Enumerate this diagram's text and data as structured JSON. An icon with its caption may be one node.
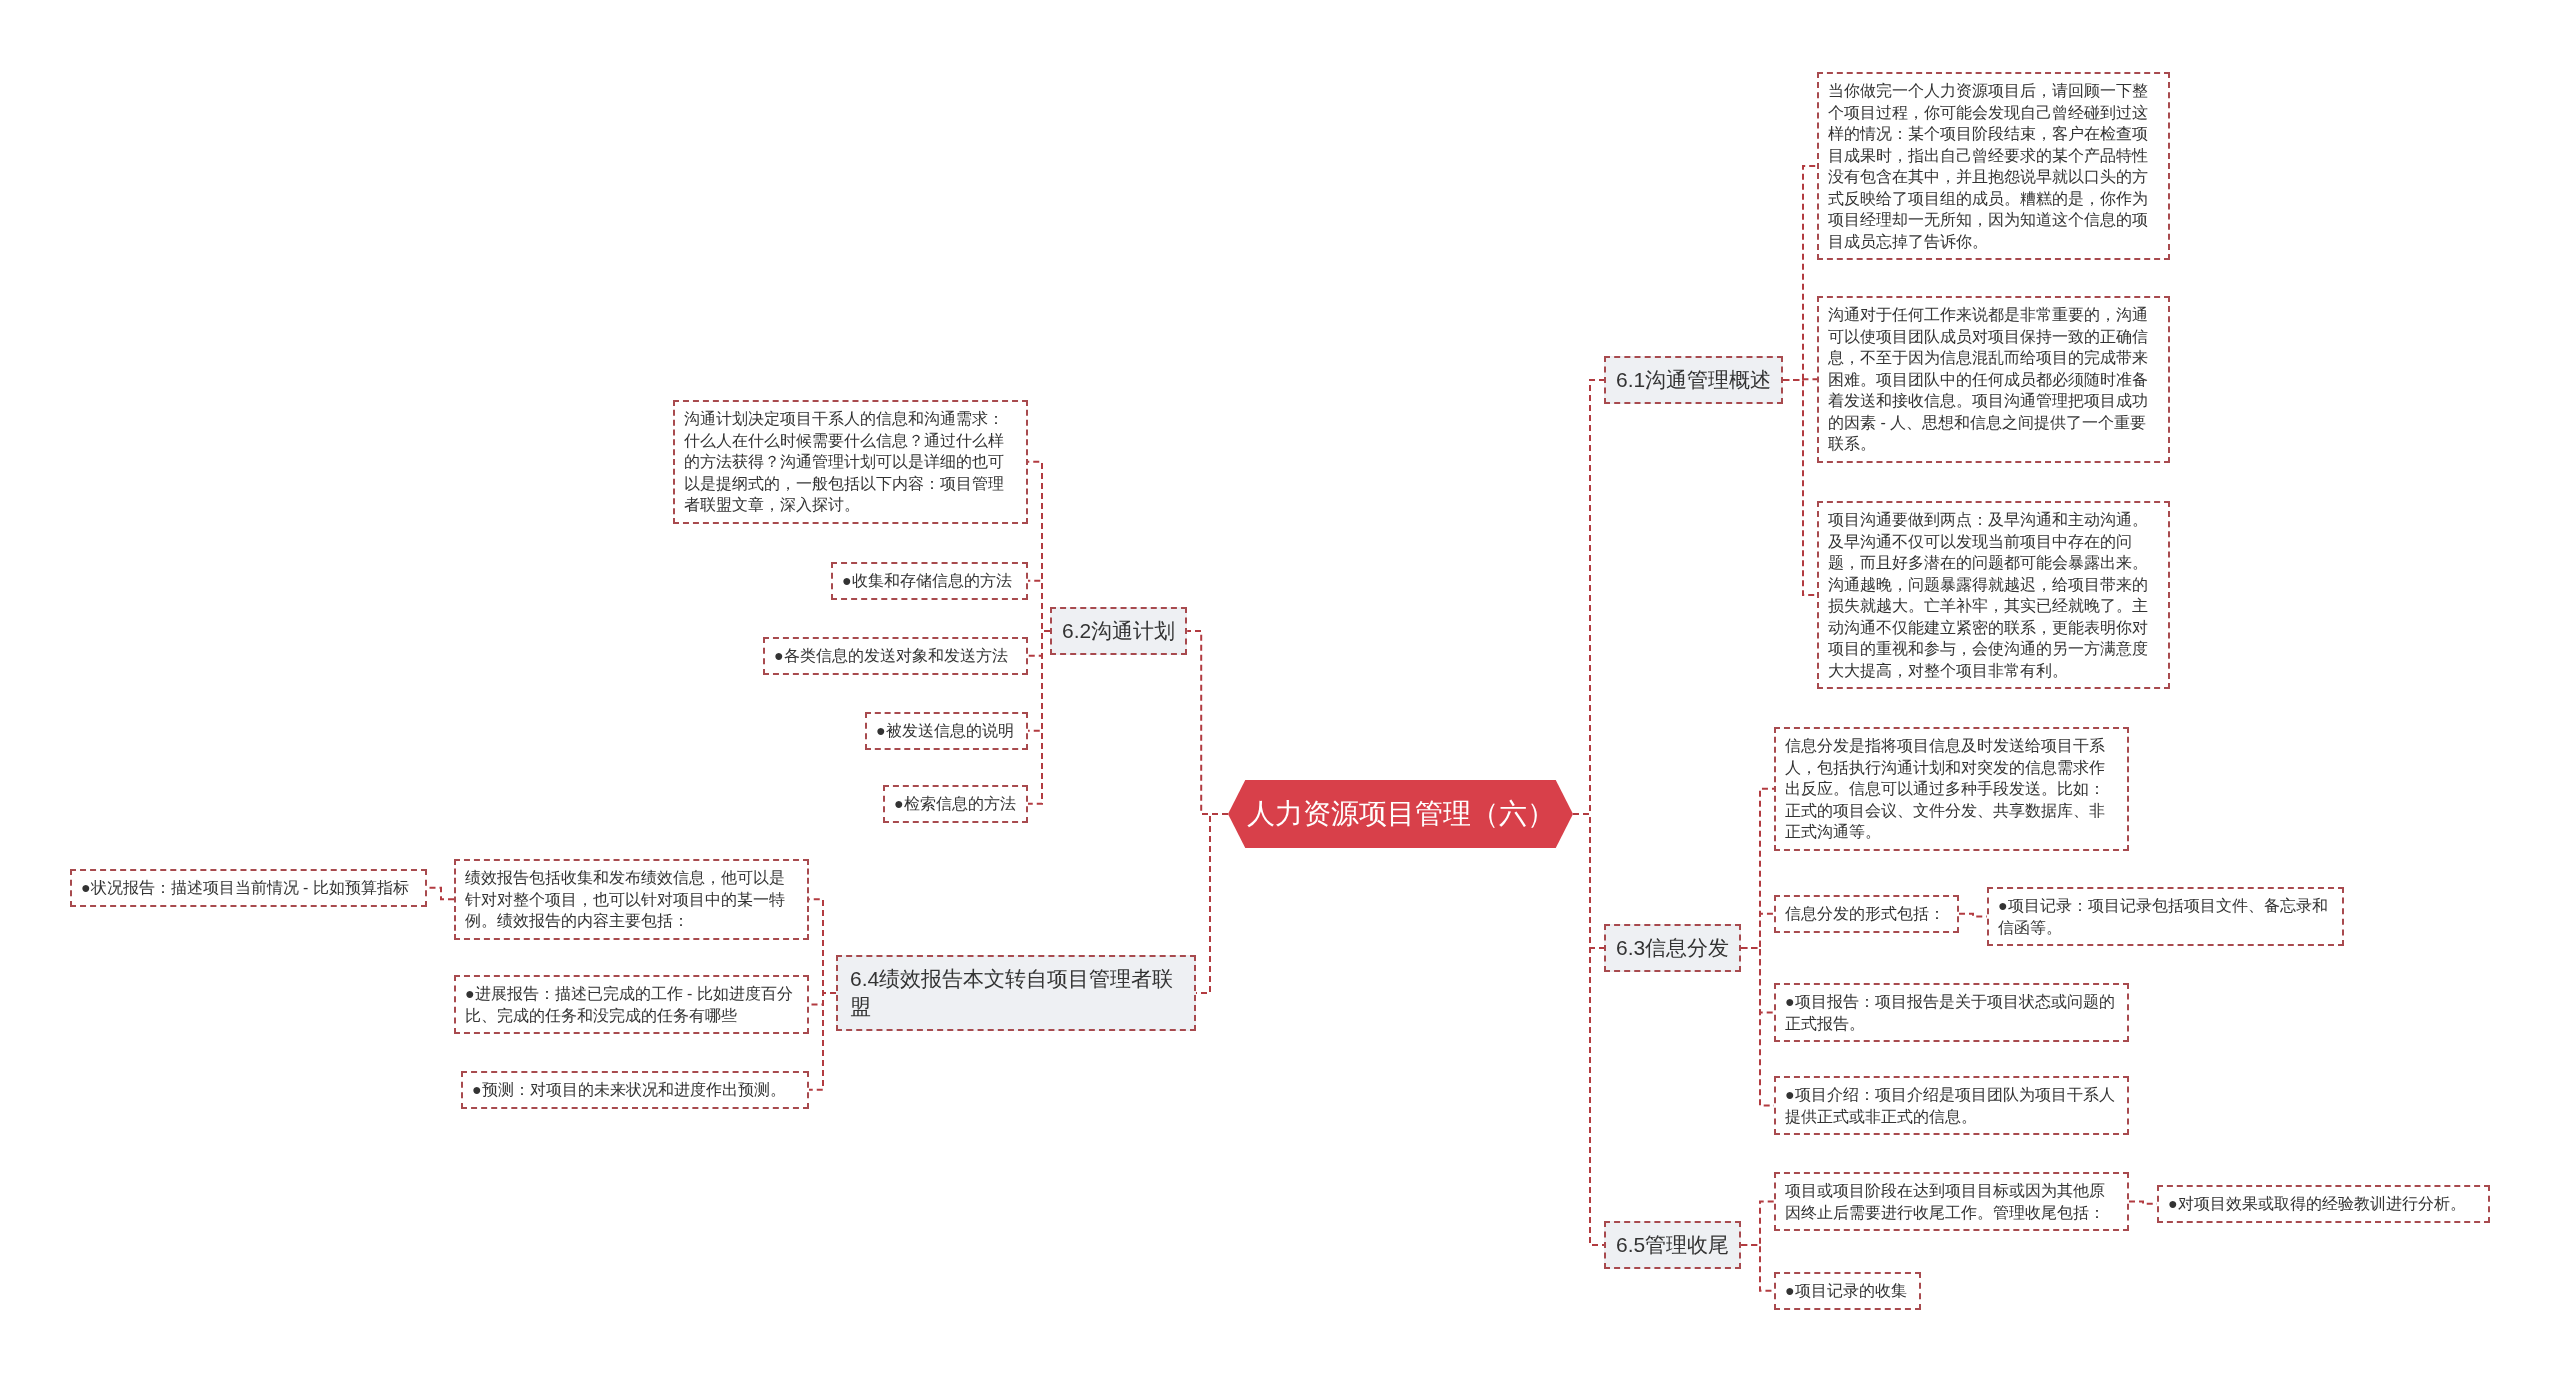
{
  "diagram": {
    "nodes": [
      {
        "text": [
          "人力资源项目管理（六）"
        ]
      },
      {
        "text": [
          "6.1沟通管理概述"
        ]
      },
      {
        "text": [
          "当你做完一个人力资源项目后，请回顾一下整个项目过程，你可能会发现自己曾经碰到过这样的情况：某个项目阶段结束，客户在检查项目成果时，指出自己曾经要求的某个产品特性没有包含在其中，并且抱怨说早就以口头的方式反映给了项目组的成员。糟糕的是，你作为项目经理却一无所知，因为知道这个信息的项目成员忘掉了告诉你。"
        ]
      },
      {
        "text": [
          "沟通对于任何工作来说都是非常重要的，沟通可以使项目团队成员对项目保持一致的正确信息，不至于因为信息混乱而给项目的完成带来困难。项目团队中的任何成员都必须随时准备着发送和接收信息。项目沟通管理把项目成功的因素 - 人、思想和信息之间提供了一个重要联系。"
        ]
      },
      {
        "text": [
          "项目沟通要做到两点：及早沟通和主动沟通。及早沟通不仅可以发现当前项目中存在的问题，而且好多潜在的问题都可能会暴露出来。沟通越晚，问题暴露得就越迟，给项目带来的损失就越大。亡羊补牢，其实已经就晚了。主动沟通不仅能建立紧密的联系，更能表明你对项目的重视和参与，会使沟通的另一方满意度大大提高，对整个项目非常有利。"
        ]
      },
      {
        "text": [
          "6.2沟通计划"
        ]
      },
      {
        "text": [
          "沟通计划决定项目干系人的信息和沟通需求：什么人在什么时候需要什么信息？通过什么样的方法获得？沟通管理计划可以是详细的也可以是提纲式的，一般包括以下内容：项目管理者联盟文章，深入探讨。"
        ]
      },
      {
        "text": [
          "●收集和存储信息的方法"
        ]
      },
      {
        "text": [
          "●各类信息的发送对象和发送方法"
        ]
      },
      {
        "text": [
          "●被发送信息的说明"
        ]
      },
      {
        "text": [
          "●检索信息的方法"
        ]
      },
      {
        "text": [
          "6.4绩效报告本文转自项目管理者联盟"
        ]
      },
      {
        "text": [
          "绩效报告包括收集和发布绩效信息，他可以是针对对整个项目，也可以针对项目中的某一特例。绩效报告的内容主要包括："
        ]
      },
      {
        "text": [
          "●状况报告：描述项目当前情况 - 比如预算指标"
        ]
      },
      {
        "text": [
          "●进展报告：描述已完成的工作 - 比如进度百分比、完成的任务和没完成的任务有哪些"
        ]
      },
      {
        "text": [
          "●预测：对项目的未来状况和进度作出预测。"
        ]
      },
      {
        "text": [
          "6.3信息分发"
        ]
      },
      {
        "text": [
          "信息分发是指将项目信息及时发送给项目干系人，包括执行沟通计划和对突发的信息需求作出反应。信息可以通过多种手段发送。比如：正式的项目会议、文件分发、共享数据库、非正式沟通等。"
        ]
      },
      {
        "text": [
          "信息分发的形式包括："
        ]
      },
      {
        "text": [
          "●项目记录：项目记录包括项目文件、备忘录和信函等。"
        ]
      },
      {
        "text": [
          "●项目报告：项目报告是关于项目状态或问题的正式报告。"
        ]
      },
      {
        "text": [
          "●项目介绍：项目介绍是项目团队为项目干系人提供正式或非正式的信息。"
        ]
      },
      {
        "text": [
          "6.5管理收尾"
        ]
      },
      {
        "text": [
          "项目或项目阶段在达到项目目标或因为其他原因终止后需要进行收尾工作。管理收尾包括："
        ]
      },
      {
        "text": [
          "●对项目效果或取得的经验教训进行分析。"
        ]
      },
      {
        "text": [
          "●项目记录的收集"
        ]
      }
    ],
    "edges": [
      {
        "from": 0,
        "to": 1,
        "arrow": "none"
      },
      {
        "from": 1,
        "to": 2,
        "arrow": "none"
      },
      {
        "from": 1,
        "to": 3,
        "arrow": "none"
      },
      {
        "from": 1,
        "to": 4,
        "arrow": "none"
      },
      {
        "from": 0,
        "to": 5,
        "arrow": "none"
      },
      {
        "from": 5,
        "to": 6,
        "arrow": "none"
      },
      {
        "from": 5,
        "to": 7,
        "arrow": "none"
      },
      {
        "from": 5,
        "to": 8,
        "arrow": "none"
      },
      {
        "from": 5,
        "to": 9,
        "arrow": "none"
      },
      {
        "from": 5,
        "to": 10,
        "arrow": "none"
      },
      {
        "from": 0,
        "to": 11,
        "arrow": "none"
      },
      {
        "from": 11,
        "to": 12,
        "arrow": "none"
      },
      {
        "from": 12,
        "to": 13,
        "arrow": "none"
      },
      {
        "from": 11,
        "to": 14,
        "arrow": "none"
      },
      {
        "from": 11,
        "to": 15,
        "arrow": "none"
      },
      {
        "from": 0,
        "to": 16,
        "arrow": "none"
      },
      {
        "from": 16,
        "to": 17,
        "arrow": "none"
      },
      {
        "from": 16,
        "to": 18,
        "arrow": "none"
      },
      {
        "from": 18,
        "to": 19,
        "arrow": "none"
      },
      {
        "from": 16,
        "to": 20,
        "arrow": "none"
      },
      {
        "from": 16,
        "to": 21,
        "arrow": "none"
      },
      {
        "from": 0,
        "to": 22,
        "arrow": "none"
      },
      {
        "from": 22,
        "to": 23,
        "arrow": "none"
      },
      {
        "from": 23,
        "to": 24,
        "arrow": "none"
      },
      {
        "from": 22,
        "to": 25,
        "arrow": "none"
      }
    ]
  }
}
